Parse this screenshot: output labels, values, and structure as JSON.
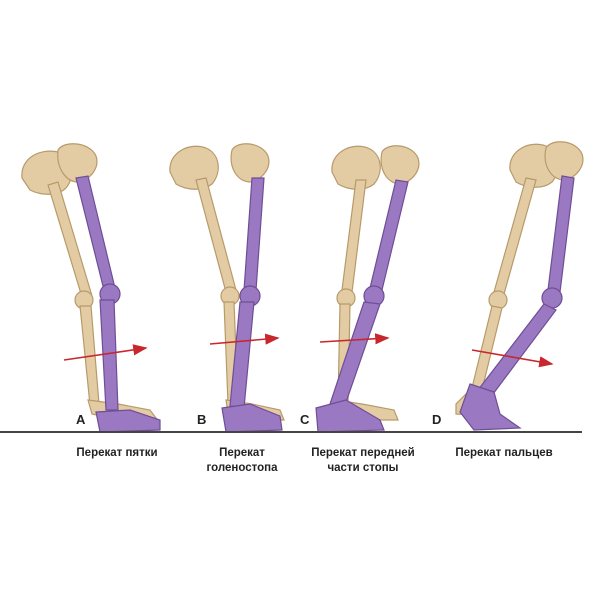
{
  "panels": [
    {
      "letter": "A",
      "caption": "Перекат пятки"
    },
    {
      "letter": "B",
      "caption": "Перекат\nголеностопа"
    },
    {
      "letter": "C",
      "caption": "Перекат передней\nчасти стопы"
    },
    {
      "letter": "D",
      "caption": "Перекат пальцев"
    }
  ],
  "colors": {
    "bone_near": "#e3cca4",
    "bone_near_stroke": "#b79a6a",
    "bone_far": "#9a78c2",
    "bone_far_stroke": "#6e4e95",
    "arrow": "#c8272d",
    "ground": "#444444"
  }
}
